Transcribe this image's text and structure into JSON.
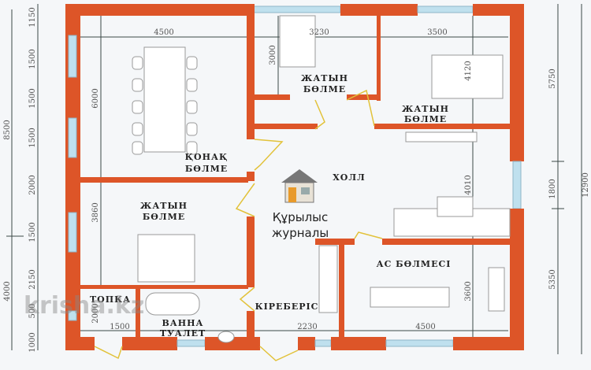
{
  "rooms": {
    "living": [
      "ҚОНАҚ",
      "БӨЛМЕ"
    ],
    "bedroom1": [
      "ЖАТЫН",
      "БӨЛМЕ"
    ],
    "bedroom2": [
      "ЖАТЫН",
      "БӨЛМЕ"
    ],
    "bedroom3": [
      "ЖАТЫН",
      "БӨЛМЕ"
    ],
    "hall": "ХОЛЛ",
    "furnace": "ТОПКА",
    "bathroom": [
      "ВАННА",
      "ТУАЛЕТ"
    ],
    "entrance": "КІРЕБЕРІС",
    "kitchen": "АС БӨЛМЕСІ"
  },
  "dimensions": {
    "living_width": "4500",
    "bed1_width": "3230",
    "bed2_width": "3500",
    "living_depth": "6000",
    "bed1_depth": "3000",
    "bed2_depth": "4120",
    "hall_depth": "4010",
    "bed3_depth": "3860",
    "kitchen_depth": "3600",
    "bath_depth": "2000",
    "furnace_width": "1500",
    "entrance_width": "2230",
    "kitchen_width": "4500",
    "right_top": "5750",
    "right_mid": "1800",
    "right_bottom": "5350",
    "right_total": "12900",
    "left_total_top": "8500",
    "left_total_bottom": "4000",
    "left_segments": [
      "1150",
      "1500",
      "1500",
      "1500",
      "2000",
      "1500",
      "2150",
      "500",
      "1000"
    ]
  },
  "logo": {
    "line1": "Құрылыс",
    "line2": "журналы"
  },
  "watermark": "krisha.kz",
  "colors": {
    "wall": "#dd5528",
    "window": "#bfe0ee",
    "door": "#e2c23a"
  }
}
